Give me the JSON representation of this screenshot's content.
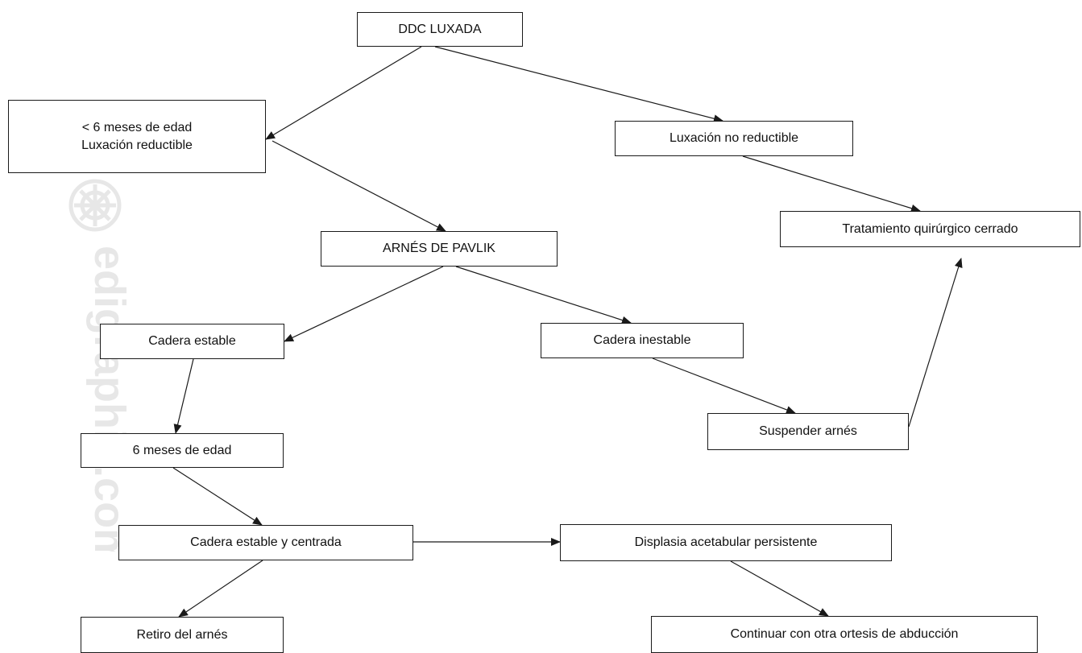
{
  "nodes": [
    {
      "id": "n1",
      "name": "node-ddc-luxada",
      "lines": [
        "DDC LUXADA"
      ]
    },
    {
      "id": "n2",
      "name": "node-menor-6-meses-reductible",
      "lines": [
        "< 6 meses de edad",
        "Luxación reductible"
      ]
    },
    {
      "id": "n3",
      "name": "node-luxacion-no-reductible",
      "lines": [
        "Luxación no reductible"
      ]
    },
    {
      "id": "n4",
      "name": "node-tratamiento-quirurgico",
      "lines": [
        "Tratamiento quirúrgico cerrado"
      ]
    },
    {
      "id": "n5",
      "name": "node-arnes-de-pavlik",
      "lines": [
        "ARNÉS DE PAVLIK"
      ]
    },
    {
      "id": "n6",
      "name": "node-cadera-estable",
      "lines": [
        "Cadera estable"
      ]
    },
    {
      "id": "n7",
      "name": "node-cadera-inestable",
      "lines": [
        "Cadera inestable"
      ]
    },
    {
      "id": "n8",
      "name": "node-suspender-arnes",
      "lines": [
        "Suspender arnés"
      ]
    },
    {
      "id": "n9",
      "name": "node-6-meses-de-edad",
      "lines": [
        "6 meses de edad"
      ]
    },
    {
      "id": "n10",
      "name": "node-cadera-estable-centrada",
      "lines": [
        "Cadera estable y centrada"
      ]
    },
    {
      "id": "n11",
      "name": "node-displasia-persistente",
      "lines": [
        "Displasia acetabular persistente"
      ]
    },
    {
      "id": "n12",
      "name": "node-retiro-del-arnes",
      "lines": [
        "Retiro del arnés"
      ]
    },
    {
      "id": "n13",
      "name": "node-continuar-otra-ortesis",
      "lines": [
        "Continuar con otra ortesis de abducción"
      ]
    }
  ],
  "edges": [
    {
      "from": "n1",
      "to": "n2"
    },
    {
      "from": "n1",
      "to": "n3"
    },
    {
      "from": "n3",
      "to": "n4"
    },
    {
      "from": "n2",
      "to": "n5"
    },
    {
      "from": "n5",
      "to": "n6"
    },
    {
      "from": "n5",
      "to": "n7"
    },
    {
      "from": "n7",
      "to": "n8"
    },
    {
      "from": "n8",
      "to": "n4"
    },
    {
      "from": "n6",
      "to": "n9"
    },
    {
      "from": "n9",
      "to": "n10"
    },
    {
      "from": "n10",
      "to": "n11"
    },
    {
      "from": "n10",
      "to": "n12"
    },
    {
      "from": "n11",
      "to": "n13"
    }
  ],
  "watermark": {
    "text": "edigraphic.com"
  },
  "colors": {
    "line": "#1a1a1a",
    "background": "#ffffff"
  }
}
